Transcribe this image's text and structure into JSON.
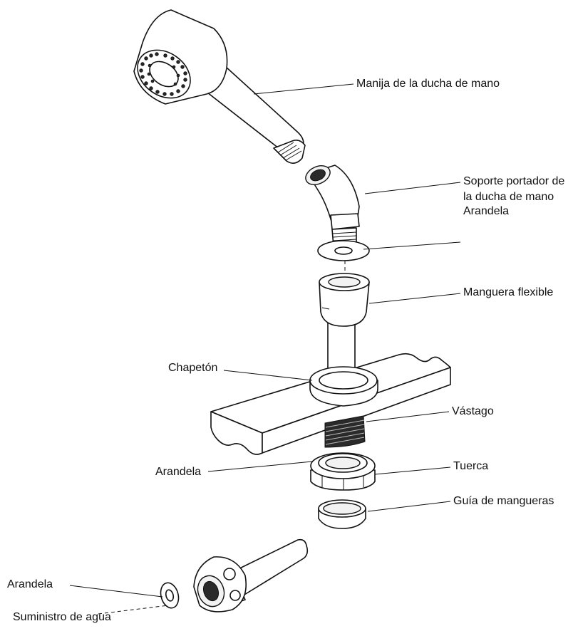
{
  "labels": {
    "handle": "Manija de la ducha de mano",
    "holder_line1": "Soporte portador de",
    "holder_line2": "la ducha de mano",
    "washer_top": "Arandela",
    "hose": "Manguera flexible",
    "escutcheon": "Chapetón",
    "shank": "Vástago",
    "washer_mid": "Arandela",
    "nut": "Tuerca",
    "hose_guide": "Guía de mangueras",
    "washer_bottom": "Arandela",
    "water_supply": "Suministro de agua"
  }
}
